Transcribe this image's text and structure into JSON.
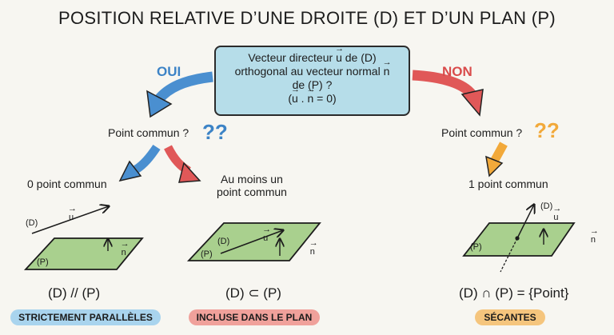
{
  "title": "POSITION RELATIVE D’UNE DROITE (D) ET D’UN PLAN (P)",
  "question_box": {
    "line1_a": "Vecteur directeur ",
    "u": "u",
    "line1_b": " de (D)",
    "line2_a": "orthogonal au vecteur normal ",
    "n": "n",
    "line3": "de (P) ?",
    "line4_a": "(",
    "line4_b": " . ",
    "line4_c": " = 0)"
  },
  "branches": {
    "yes": "OUI",
    "no": "NON"
  },
  "left": {
    "question": "Point commun ?",
    "qmarks": "??",
    "case1": {
      "label": "0 point commun",
      "relation": "(D) // (P)",
      "badge": "STRICTEMENT PARALLÈLES",
      "d": "(D)",
      "p": "(P)",
      "u": "u",
      "n": "n"
    },
    "case2": {
      "label_1": "Au moins un",
      "label_2": "point commun",
      "relation": "(D) ⊂ (P)",
      "badge": "INCLUSE DANS LE PLAN",
      "d": "(D)",
      "p": "(P)",
      "u": "u",
      "n": "n"
    }
  },
  "right": {
    "question": "Point commun ?",
    "qmarks": "??",
    "case3": {
      "label": "1 point commun",
      "relation": "(D) ∩ (P) = {Point}",
      "badge": "SÉCANTES",
      "d": "(D)",
      "p": "(P)",
      "u": "u",
      "n": "n"
    }
  },
  "colors": {
    "box": "#b6dde9",
    "plane": "#a9d08e",
    "blue": "#4a8fd0",
    "red": "#e05858",
    "orange": "#f2a93a",
    "pill_blue": "#a9d4ee",
    "pill_red": "#f0a19b",
    "pill_orange": "#f5c57d"
  }
}
